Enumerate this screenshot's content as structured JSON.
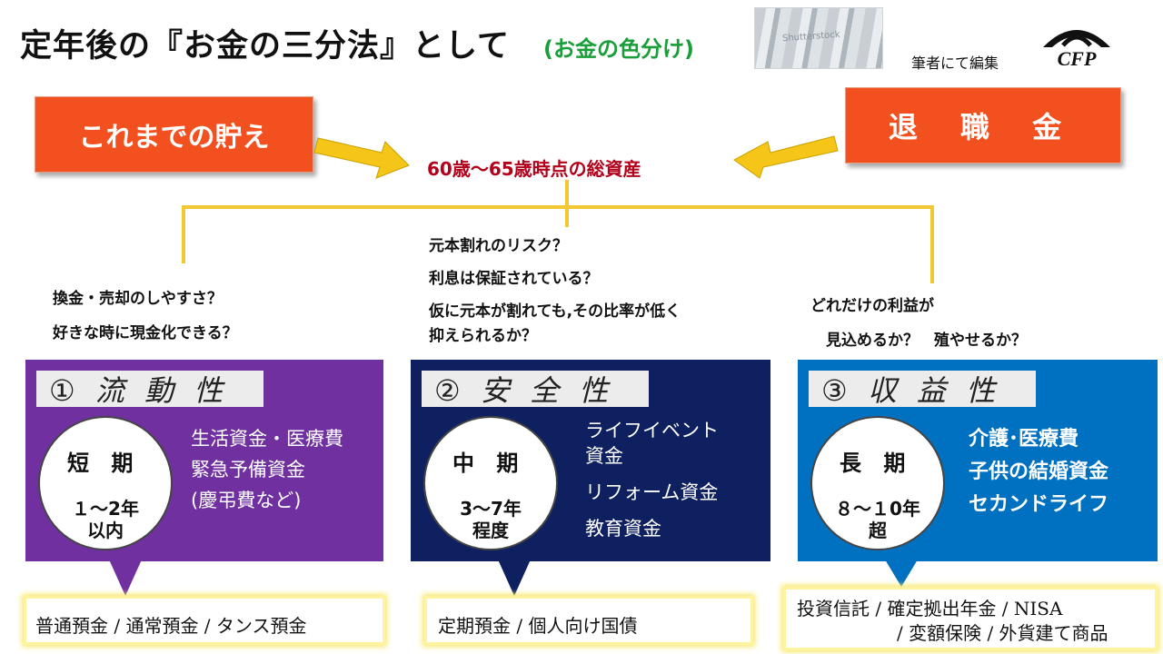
{
  "title": "定年後の『お金の三分法』として",
  "subtitle": "(お金の色分け)",
  "image_watermark": "Shutterstock",
  "author_note": "筆者にて編集",
  "logo_text": "CFP",
  "sources": {
    "left": "これまでの貯え",
    "right": "退 職 金"
  },
  "total_label": "60歳～65歳時点の総資産",
  "questions": {
    "liquidity": [
      "換金・売却のしやすさ？",
      "好きな時に現金化できる？"
    ],
    "safety": [
      "元本割れのリスク？",
      "利息は保証されている？",
      "仮に元本が割れても,その比率が低く",
      "抑えられるか？"
    ],
    "profitability": [
      "どれだけの利益が",
      "　見込めるか？　殖やせるか？"
    ]
  },
  "panels": [
    {
      "tag": "① 流 動 性",
      "term": "短 期",
      "period": [
        "１～2年",
        "以内"
      ],
      "uses": [
        "生活資金・医療費",
        "緊急予備資金",
        "(慶弔費など)"
      ],
      "products": [
        "普通預金 / 通常預金 / タンス預金"
      ],
      "color": "#7030a0"
    },
    {
      "tag": "② 安 全 性",
      "term": "中 期",
      "period": [
        "3～7年",
        "程度"
      ],
      "uses": [
        "ライフイベント",
        "資金",
        "リフォーム資金",
        "教育資金"
      ],
      "products": [
        "定期預金 / 個人向け国債"
      ],
      "color": "#0f2060"
    },
    {
      "tag": "③ 収 益 性",
      "term": "長 期",
      "period": [
        "８～１0年",
        "超"
      ],
      "uses": [
        "介護･医療費",
        "子供の結婚資金",
        "セカンドライフ"
      ],
      "products": [
        "投資信託 / 確定拠出年金 / NISA",
        "　/ 変額保険 / 外貨建て商品"
      ],
      "color": "#0070c0"
    }
  ],
  "colors": {
    "accent_red": "#f2501f",
    "total_text": "#b3001b",
    "arrow": "#f5c518",
    "connector": "#f2c832",
    "subtitle_green": "#1a9e3a"
  }
}
